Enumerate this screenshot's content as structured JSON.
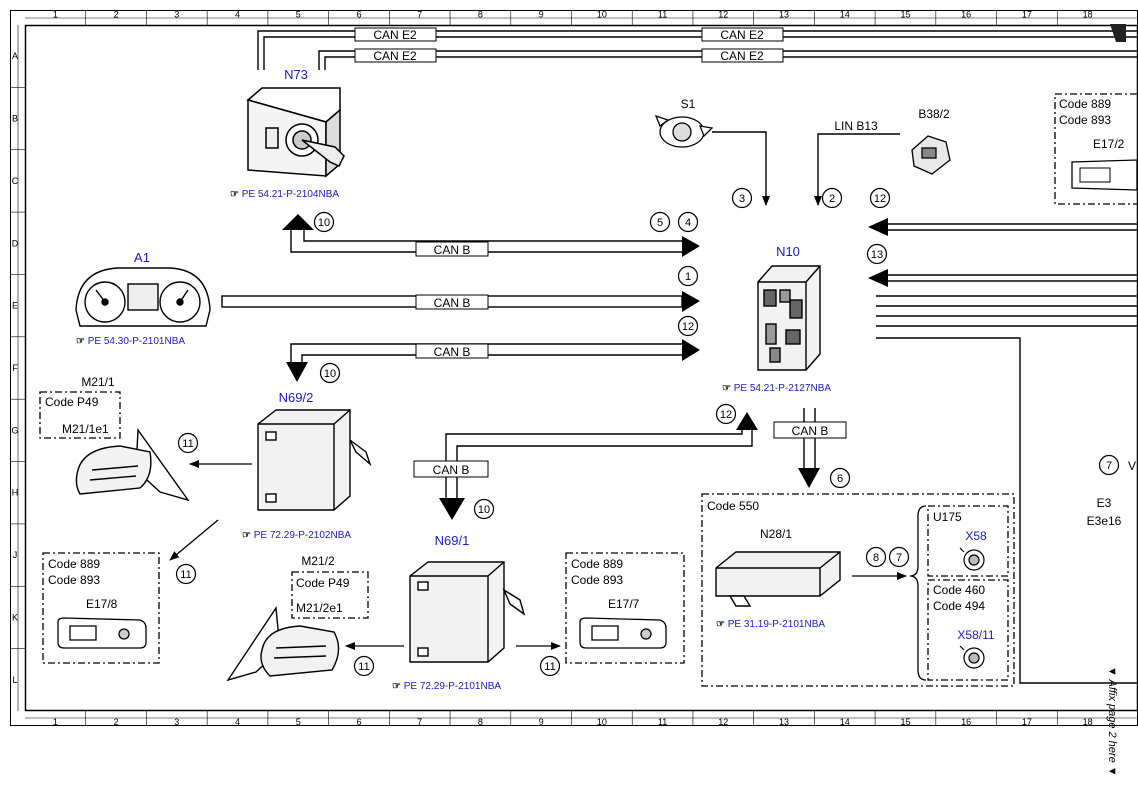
{
  "grid": {
    "columns": [
      "1",
      "2",
      "3",
      "4",
      "5",
      "6",
      "7",
      "8",
      "9",
      "10",
      "11",
      "12",
      "13",
      "14",
      "15",
      "16",
      "17",
      "18"
    ],
    "rows": [
      "A",
      "B",
      "C",
      "D",
      "E",
      "F",
      "G",
      "H",
      "J",
      "K",
      "L"
    ]
  },
  "buses": {
    "can_e2": "CAN E2",
    "can_b": "CAN B",
    "lin_b13": "LIN B13"
  },
  "components": {
    "n73": {
      "label": "N73",
      "ref": "PE 54.21-P-2104NBA"
    },
    "s1": {
      "label": "S1"
    },
    "b38_2": {
      "label": "B38/2"
    },
    "a1": {
      "label": "A1",
      "ref": "PE 54.30-P-2101NBA"
    },
    "n10": {
      "label": "N10",
      "ref": "PE 54.21-P-2127NBA"
    },
    "n69_2": {
      "label": "N69/2",
      "ref": "PE 72.29-P-2102NBA"
    },
    "n69_1": {
      "label": "N69/1",
      "ref": "PE 72.29-P-2101NBA"
    },
    "n28_1": {
      "label": "N28/1",
      "ref": "PE 31.19-P-2101NBA"
    },
    "m21_1": {
      "label": "M21/1",
      "code": "Code P49",
      "sub": "M21/1e1"
    },
    "m21_2": {
      "label": "M21/2",
      "code": "Code P49",
      "sub": "M21/2e1"
    },
    "e17_8": {
      "code1": "Code 889",
      "code2": "Code 893",
      "label": "E17/8"
    },
    "e17_7": {
      "code1": "Code 889",
      "code2": "Code 893",
      "label": "E17/7"
    },
    "e17_2": {
      "code1": "Code 889",
      "code2": "Code 893",
      "label": "E17/2"
    },
    "code550": {
      "code": "Code 550"
    },
    "u175": {
      "label": "U175",
      "x58": "X58"
    },
    "x58_11": {
      "code1": "Code 460",
      "code2": "Code 494",
      "label": "X58/11"
    },
    "e3": {
      "label": "E3",
      "sub": "E3e16"
    }
  },
  "signals": {
    "s1": "1",
    "s2": "2",
    "s3": "3",
    "s4": "4",
    "s5": "5",
    "s6": "6",
    "s7": "7",
    "s8": "8",
    "s10": "10",
    "s11": "11",
    "s12": "12",
    "s13": "13"
  },
  "side_note": "▼ Affix page 2 here ▼"
}
